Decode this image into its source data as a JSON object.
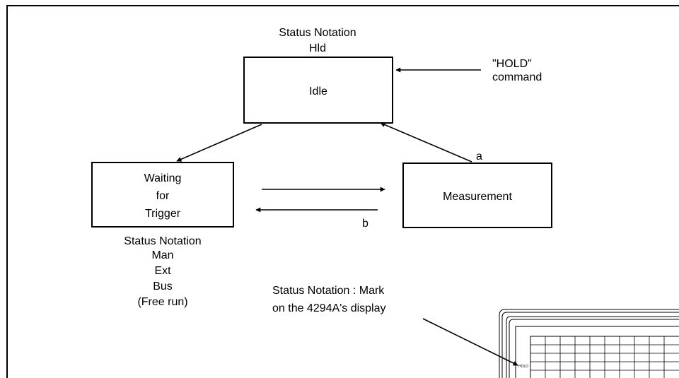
{
  "idle_box": {
    "status_title": "Status Notation",
    "status_code": "Hld",
    "label": "Idle"
  },
  "hold_command": {
    "line1": "\"HOLD\"",
    "line2": "command"
  },
  "waiting_box": {
    "line1": "Waiting",
    "line2": "for",
    "line3": "Trigger",
    "status_title": "Status Notation",
    "modes": [
      "Man",
      "Ext",
      "Bus",
      "(Free run)"
    ]
  },
  "measurement_box": {
    "label": "Measurement"
  },
  "arrow_labels": {
    "a": "a",
    "b": "b"
  },
  "display_note": {
    "line1": "Status Notation : Mark",
    "line2": "on the  4294A's display"
  },
  "display_mark": "HOLD"
}
